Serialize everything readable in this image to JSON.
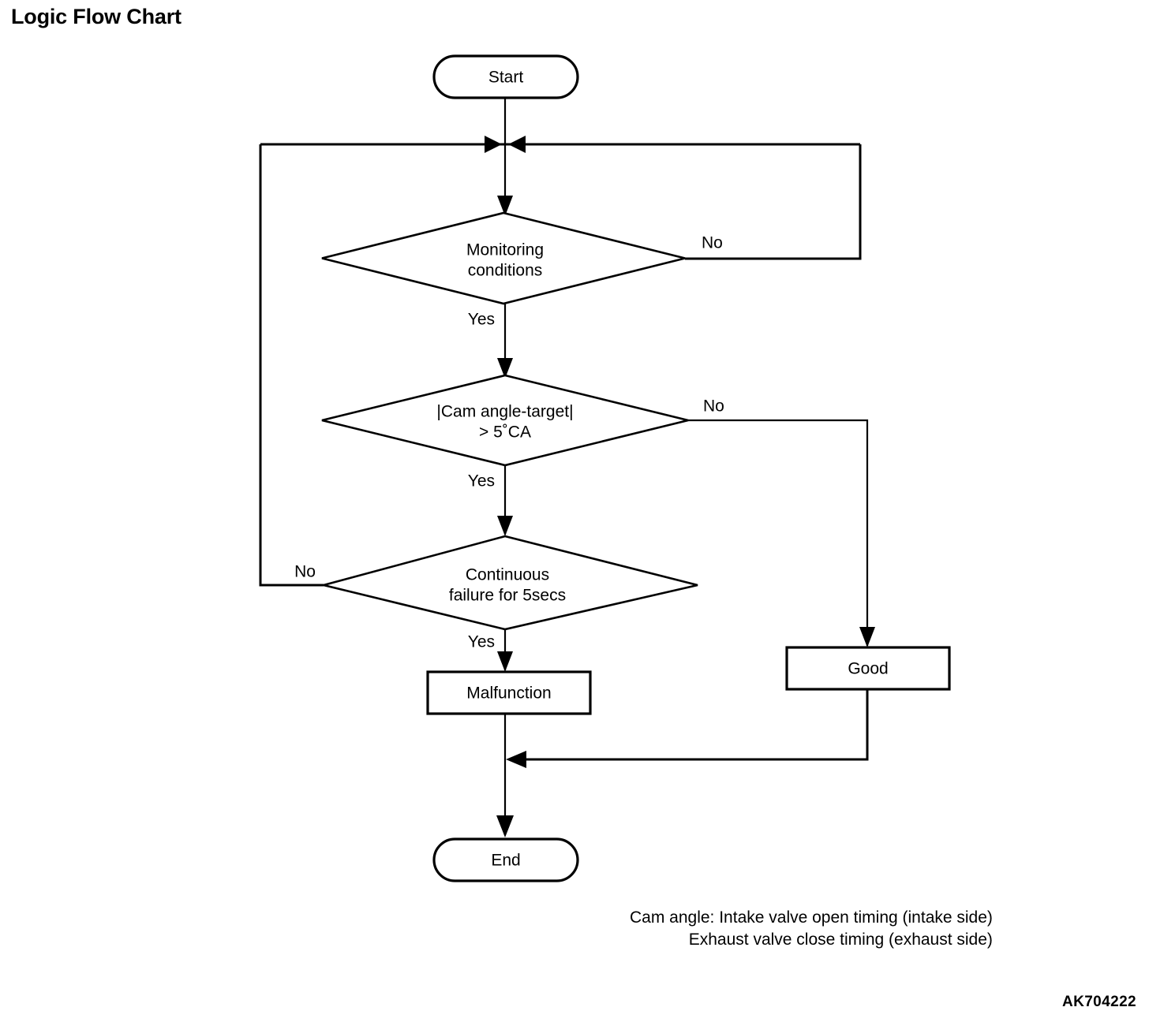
{
  "page": {
    "title": "Logic Flow Chart",
    "plate_code": "AK704222",
    "background_color": "#ffffff",
    "line_color": "#000000"
  },
  "flowchart": {
    "nodes": [
      {
        "id": "start",
        "type": "terminator",
        "label": "Start"
      },
      {
        "id": "monitoring",
        "type": "decision",
        "label_line_1": "Monitoring",
        "label_line_2": "conditions"
      },
      {
        "id": "cam_angle",
        "type": "decision",
        "label_line_1": "|Cam angle-target|",
        "label_line_2": "> 5˚CA"
      },
      {
        "id": "continuous",
        "type": "decision",
        "label_line_1": "Continuous",
        "label_line_2": "failure for 5secs"
      },
      {
        "id": "malfunction",
        "type": "process",
        "label": "Malfunction"
      },
      {
        "id": "good",
        "type": "process",
        "label": "Good"
      },
      {
        "id": "end",
        "type": "terminator",
        "label": "End"
      }
    ],
    "edge_labels": {
      "monitoring_no": "No",
      "monitoring_yes": "Yes",
      "cam_angle_no": "No",
      "cam_angle_yes": "Yes",
      "continuous_no": "No",
      "continuous_yes": "Yes"
    }
  },
  "footnote": {
    "line_1": "Cam angle: Intake valve open timing (intake side)",
    "line_2": "Exhaust valve close timing (exhaust side)"
  }
}
